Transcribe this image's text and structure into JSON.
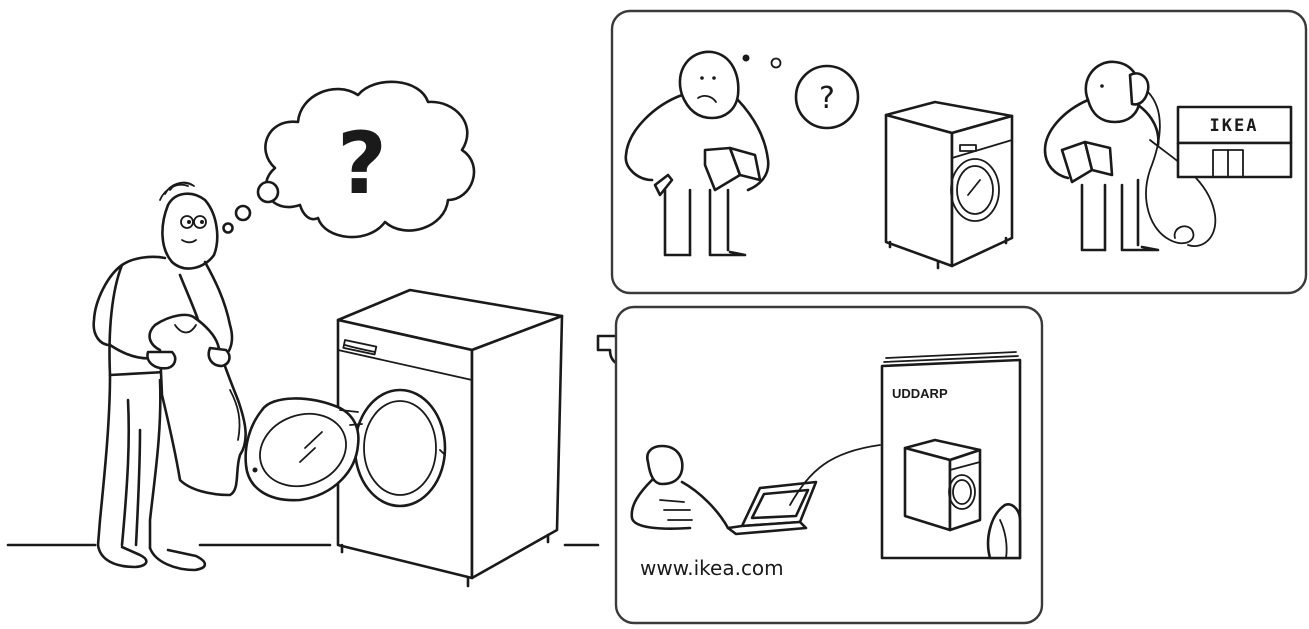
{
  "thought_bubble": {
    "symbol": "?"
  },
  "help_panel": {
    "thought_symbol": "?",
    "store_sign": "IKEA"
  },
  "online_panel": {
    "manual_title": "UDDARP",
    "website": "www.ikea.com"
  }
}
